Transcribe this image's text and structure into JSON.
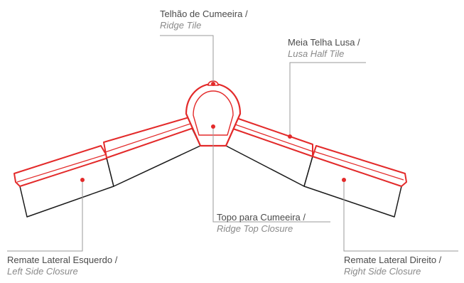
{
  "colors": {
    "highlight": "#e32a2a",
    "outline": "#1a1a1a",
    "leader": "#9a9a9a",
    "pt_text": "#4a4a4a",
    "en_text": "#8a8a8a"
  },
  "labels": {
    "ridge_tile": {
      "pt": "Telhão de Cumeeira /",
      "en": "Ridge Tile"
    },
    "lusa_half_tile": {
      "pt": "Meia Telha Lusa /",
      "en": "Lusa Half Tile"
    },
    "ridge_top_closure": {
      "pt": "Topo para Cumeeira /",
      "en": "Ridge Top Closure"
    },
    "left_side_closure": {
      "pt": "Remate Lateral Esquerdo /",
      "en": "Left Side Closure"
    },
    "right_side_closure": {
      "pt": "Remate Lateral Direito /",
      "en": "Right Side Closure"
    }
  }
}
